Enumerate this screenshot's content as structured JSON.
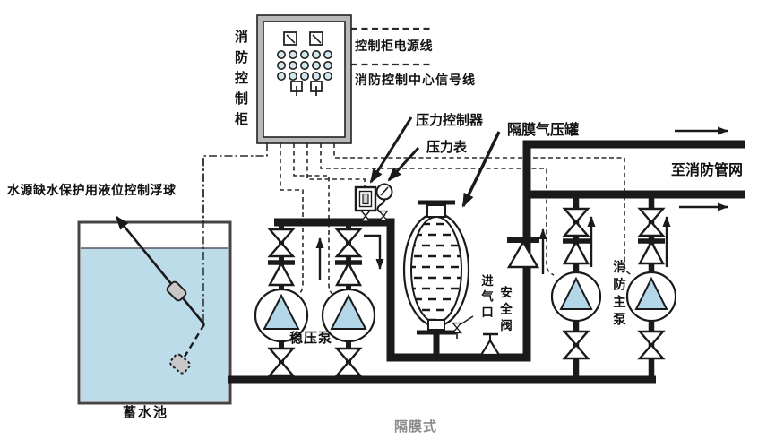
{
  "diagram": {
    "caption": "隔膜式",
    "cabinet": {
      "label": "消防控制柜"
    },
    "wires": {
      "power_line": "控制柜电源线",
      "signal_line": "消防控制中心信号线"
    },
    "callouts": {
      "pressure_controller": "压力控制器",
      "pressure_gauge": "压力表",
      "diaphragm_tank": "隔膜气压罐",
      "float_switch": "水源缺水保护用液位控制浮球"
    },
    "pipes": {
      "to_fire_network": "至消防管网"
    },
    "equipment": {
      "reservoir": "蓄水池",
      "stabilizing_pump": "稳压泵",
      "fire_main_pump": "消防主泵",
      "air_inlet": "进气口",
      "safety_valve": "安全阀"
    },
    "colors": {
      "pipe": "#1a1a1a",
      "pump_fill": "#b3d6e8",
      "water_fill": "#bcdce9",
      "cabinet_frame": "#b9b9b9",
      "indicator_light": "#d2e6ed",
      "float_fill": "#c8c8c8",
      "caption_text": "#8a8a8a"
    }
  }
}
